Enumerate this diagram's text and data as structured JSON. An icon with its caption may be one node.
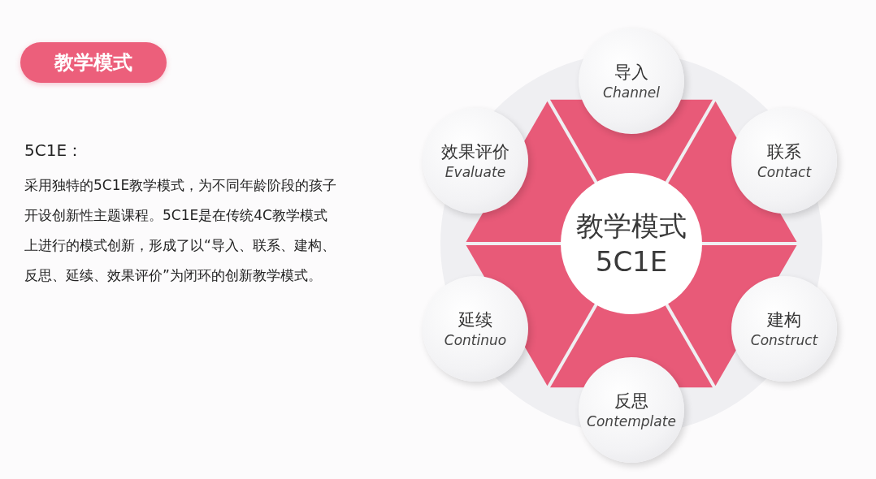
{
  "diagram": {
    "nodes": [
      {
        "text": [
          "教学模式"
        ]
      },
      {
        "text": [
          "导入",
          "Channel"
        ]
      },
      {
        "text": [
          "效果评价",
          "Evaluate"
        ]
      },
      {
        "text": [
          "联系",
          "Contact"
        ]
      },
      {
        "text": [
          "教学模式",
          "5C1E"
        ]
      },
      {
        "text": [
          "延续",
          "Continuo"
        ]
      },
      {
        "text": [
          "建构",
          "Construct"
        ]
      },
      {
        "text": [
          "反思",
          "Contemplate"
        ]
      }
    ],
    "edges": [],
    "labels": [
      "5C1E：",
      "采用独特的5C1E教学模式，为不同年龄阶段的孩子开设创新性主题课程。5C1E是在传统4C教学模式上进行的模式创新，形成了以“导入、联系、建构、反思、延续、效果评价”为闭环的创新教学模式。"
    ]
  }
}
